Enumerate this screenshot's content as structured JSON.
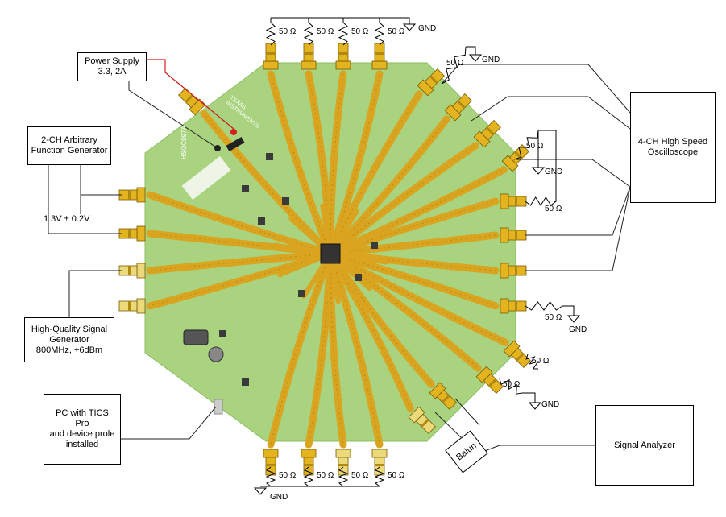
{
  "blocks": {
    "power_supply": "Power Supply\n3.3, 2A",
    "awg": "2-CH Arbitrary\nFunction Generator",
    "signal_generator": "High-Quality Signal\nGenerator\n800MHz, +6dBm",
    "pc": "PC with TICS\nPro\nand device prole\ninstalled",
    "oscilloscope": "4-CH High Speed\nOscilloscope",
    "signal_analyzer": "Signal Analyzer",
    "balun": "Balun"
  },
  "voltage_note": "1.3V ± 0.2V",
  "resistor_label": "50 Ω",
  "ground_label": "GND",
  "board": {
    "brand": "TEXAS\nINSTRUMENTS",
    "model": "HSOC097A"
  },
  "colors": {
    "pcb": "#a9d37f",
    "trace": "#d9a520",
    "sma_gold": "#e3b320",
    "sma_light": "#ecd97a",
    "power_wire_red": "#d62020",
    "ic": "#333333"
  },
  "icons": [
    "resistor-icon",
    "ground-icon",
    "sma-connector-icon",
    "ic-chip-icon"
  ]
}
